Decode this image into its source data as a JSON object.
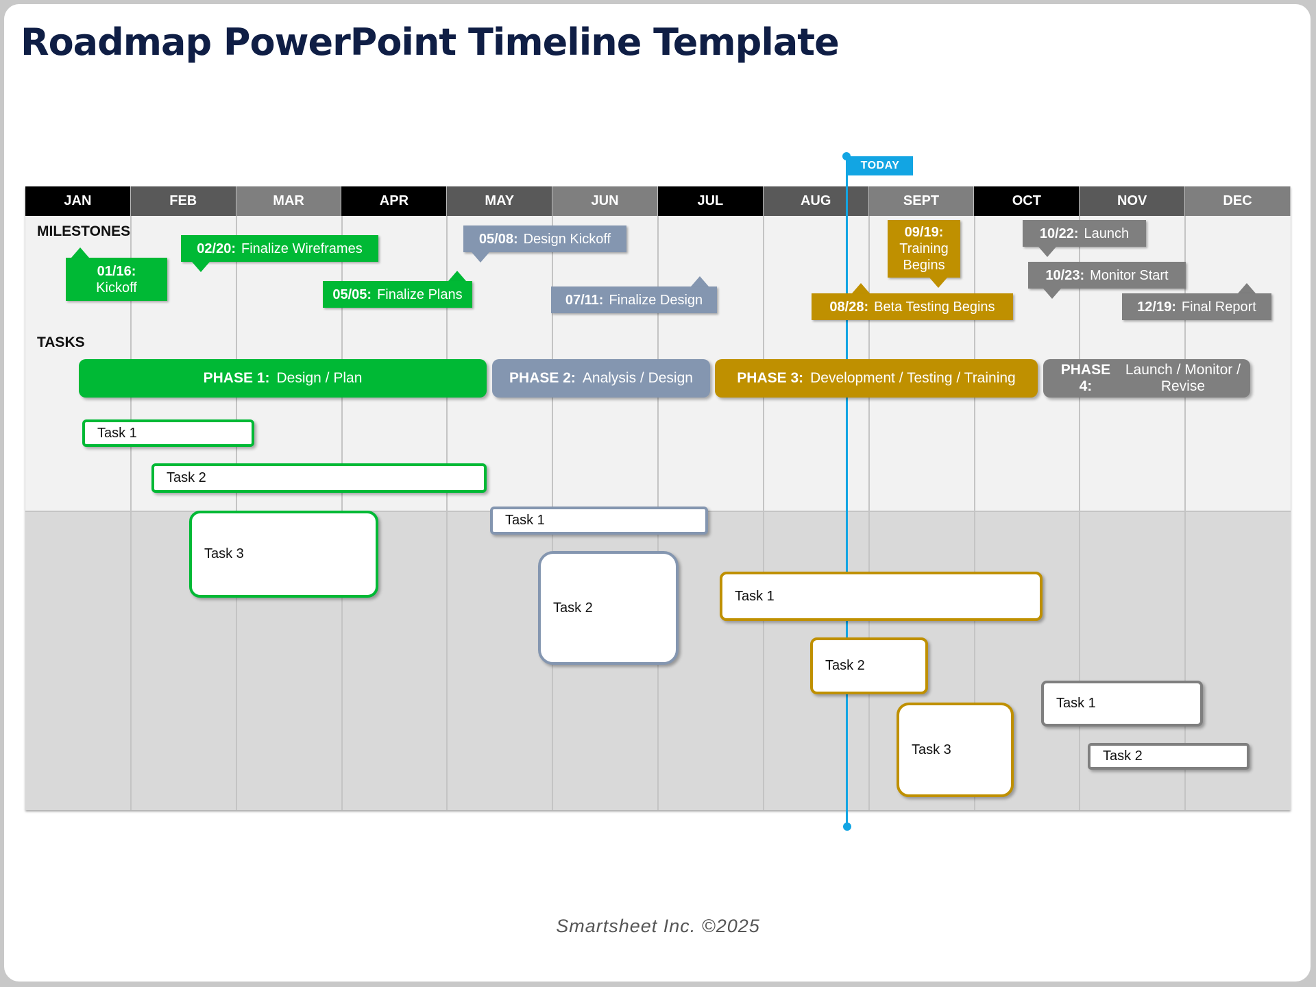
{
  "title": "Roadmap PowerPoint Timeline Template",
  "months": [
    "JAN",
    "FEB",
    "MAR",
    "APR",
    "MAY",
    "JUN",
    "JUL",
    "AUG",
    "SEPT",
    "OCT",
    "NOV",
    "DEC"
  ],
  "month_colors": [
    "#000000",
    "#595959",
    "#7f7f7f",
    "#000000",
    "#595959",
    "#7f7f7f",
    "#000000",
    "#595959",
    "#7f7f7f",
    "#000000",
    "#595959",
    "#7f7f7f"
  ],
  "today_label": "TODAY",
  "sections": {
    "milestones": "MILESTONES",
    "tasks": "TASKS"
  },
  "colors": {
    "green": "#00b935",
    "slate": "#8496b0",
    "gold": "#bf9000",
    "gray": "#7f7f7f",
    "today": "#12a5e3"
  },
  "milestones": [
    {
      "date": "01/16:",
      "text": "Kickoff",
      "color": "green"
    },
    {
      "date": "02/20:",
      "text": "Finalize Wireframes",
      "color": "green"
    },
    {
      "date": "05/05:",
      "text": "Finalize Plans",
      "color": "green"
    },
    {
      "date": "05/08:",
      "text": "Design Kickoff",
      "color": "slate"
    },
    {
      "date": "07/11:",
      "text": "Finalize Design",
      "color": "slate"
    },
    {
      "date": "09/19:",
      "text": "Training Begins",
      "color": "gold"
    },
    {
      "date": "08/28:",
      "text": "Beta Testing Begins",
      "color": "gold"
    },
    {
      "date": "10/22:",
      "text": "Launch",
      "color": "gray"
    },
    {
      "date": "10/23:",
      "text": "Monitor Start",
      "color": "gray"
    },
    {
      "date": "12/19:",
      "text": "Final Report",
      "color": "gray"
    }
  ],
  "phases": [
    {
      "label": "PHASE 1:",
      "name": "Design / Plan",
      "color": "green"
    },
    {
      "label": "PHASE 2:",
      "name": "Analysis / Design",
      "color": "slate"
    },
    {
      "label": "PHASE 3:",
      "name": "Development / Testing / Training",
      "color": "gold"
    },
    {
      "label": "PHASE 4:",
      "name": "Launch / Monitor / Revise",
      "color": "gray"
    }
  ],
  "tasks": {
    "p1": [
      "Task 1",
      "Task 2",
      "Task 3"
    ],
    "p2": [
      "Task 1",
      "Task 2"
    ],
    "p3": [
      "Task 1",
      "Task 2",
      "Task 3"
    ],
    "p4": [
      "Task 1",
      "Task 2"
    ]
  },
  "footer": "Smartsheet Inc. ©2025"
}
